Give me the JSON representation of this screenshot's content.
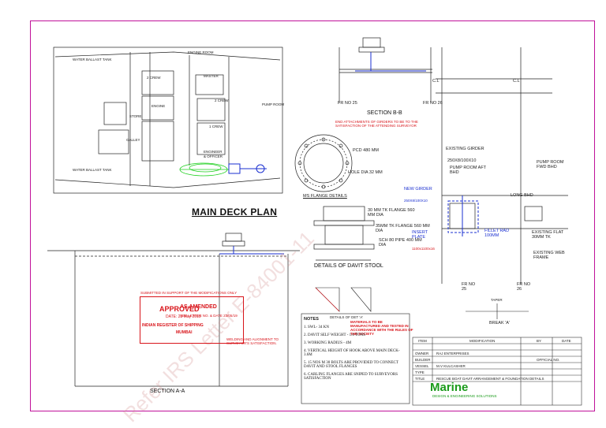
{
  "plan": {
    "title": "MAIN DECK PLAN",
    "rooms": {
      "water_ballast_1": "WATER BALLAST TANK",
      "water_ballast_2": "WATER BALLAST TANK",
      "engine_room": "ENGINE ROOM",
      "master": "MASTER",
      "crew_2a": "2 CREW",
      "crew_2b": "2 CREW",
      "store": "STORE",
      "engine": "ENGINE",
      "galley": "GALLEY",
      "crew_1": "1 CREW",
      "engineer": "ENGINEER",
      "officer": "& OFFICER",
      "pump_room": "PUMP ROOM"
    }
  },
  "section_bb": {
    "title": "SECTION B-B",
    "frame_left": "FR NO 25",
    "frame_right": "FR NO 26",
    "cl_left": "C.L",
    "cl_right": "C.L",
    "note": "END ATTACHMENTS OF GIRDERS TO BE TO THE SATISFACTION OF THE ATTENDING SURVEYOR"
  },
  "flange": {
    "pcd": "PCD 480 MM",
    "hole": "HOLE DIA 32 MM",
    "label": "MS FLANGE DETAILS"
  },
  "stool": {
    "flange30": "30 MM TK FLANGE 560 MM DIA",
    "flange35": "35MM TK FLANGE 560 MM DIA",
    "pipe": "SCH 80 PIPE 400 MM DIA",
    "title": "DETAILS OF DAVIT STOOL",
    "detail": "DETAILS OF DET 'A'"
  },
  "right_section": {
    "existing_girder": "EXISTING GIRDER",
    "girder_size": "250X8/100X10",
    "pump_room_aft": "PUMP ROOM AFT BHD",
    "pump_room_fwd": "PUMP ROOM FWD BHD",
    "new_girder": "NEW GIRDER",
    "new_girder_size": "250X8/100X10",
    "insert_plate": "INSERT PLATE",
    "insert_size": "1100x1100x16",
    "fillet": "FILLET RAD 100MM",
    "existing_flat": "EXISTING FLAT 30MM TK",
    "existing_web": "EXISTING WEB FRAME",
    "long_bhd": "LONG BHD",
    "frame_left": "FR NO 25",
    "frame_right": "FR NO 26",
    "taper": "TAPER",
    "break": "BREAK 'A'"
  },
  "section_aa": {
    "title": "SECTION A-A",
    "welding": "WELDING AND ALIGNMENT TO SURVEYOR'S SATISFACTION."
  },
  "stamp": {
    "header": "SUBMITTED IN SUPPORT OF THE MODIFICATIONS ONLY",
    "approved": "APPROVED",
    "date": "DATE: 23 May 2019",
    "society": "INDIAN REGISTER OF SHIPPING",
    "city": "MUMBAI",
    "amended": "AS AMENDED",
    "see_letter": "SEE LETTER NO. & DATE 23/05/19"
  },
  "materials_note": "MATERIALS TO BE MANUFACTURED AND TESTED IN ACCORDANCE WITH THE RULES OF THE SOCIETY",
  "notes": {
    "heading": "NOTES",
    "items": [
      "1. SWL- 34 KN",
      "2. DAVIT SELF WEIGHT - 1.6 TONS",
      "3. WORKING RADIUS - 4M",
      "4. VERTICAL HEIGHT OF HOOK ABOVE MAIN DECK- 3.6M",
      "5. 15 NOS M 30 BOLTS ARE PROVIDED TO CONNECT DAVIT AND STOOL FLANGES",
      "6. CARLING FLANGES ARE SNIPED TO SURVEYORS SATISFACTION"
    ]
  },
  "title_block": {
    "item": "ITEM",
    "modification": "MODIFICATION",
    "by": "BY",
    "date": "DATE",
    "owner_label": "OWNER",
    "owner": "RAJ ENTERPRISES",
    "builder": "BUILDER",
    "vessel_label": "VESSEL",
    "vessel": "M.V KULCASHER",
    "official_no": "OFFICIAL NO.",
    "type": "TYPE",
    "title_label": "TITLE",
    "title": "RESCUE BOAT DAVIT ARRANGEMENT & FOUNDATION DETAILS",
    "company": "Marine",
    "company_sub": "DESIGN & ENGINEERING SOLUTIONS"
  },
  "watermark": "Refer IRS Letter E-84001-11"
}
